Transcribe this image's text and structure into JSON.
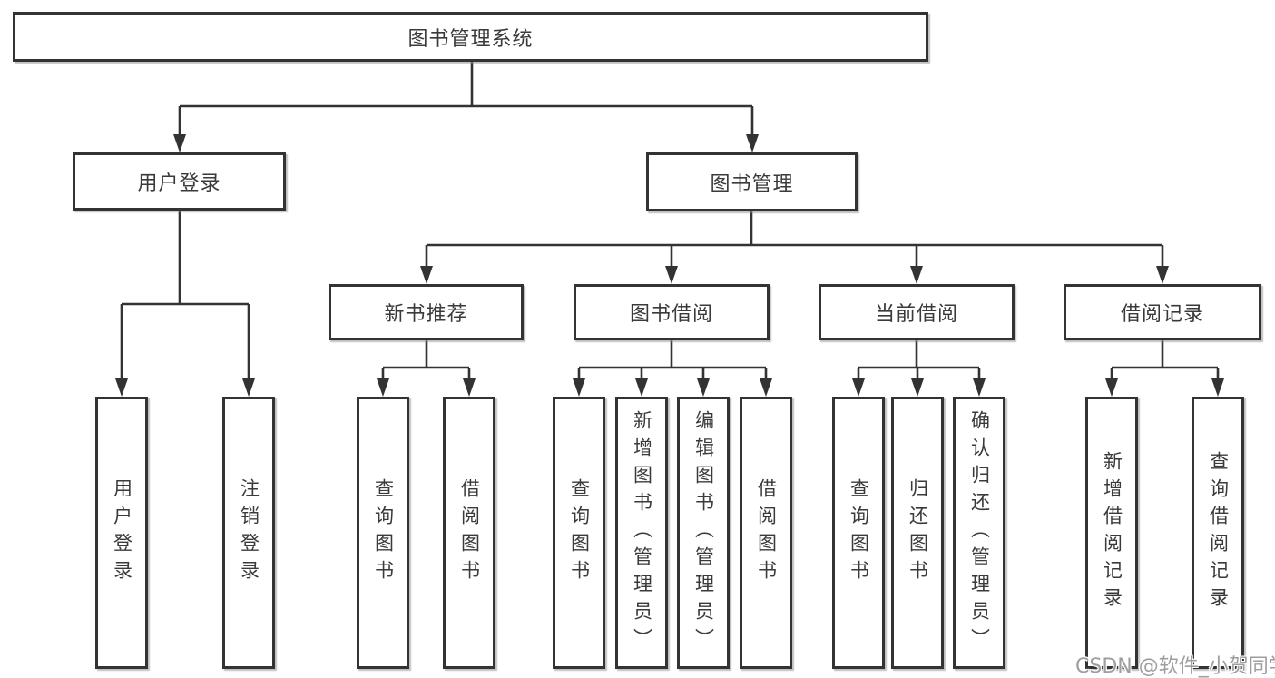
{
  "colors": {
    "line": "#333333",
    "box_border": "#333333",
    "text": "#3a3a3a",
    "background": "#ffffff",
    "watermark": "#9e9e9e"
  },
  "tree": {
    "root": {
      "label": "图书管理系统",
      "children": [
        {
          "label": "用户登录",
          "children": [
            {
              "label": "用户登录"
            },
            {
              "label": "注销登录"
            }
          ]
        },
        {
          "label": "图书管理",
          "children": [
            {
              "label": "新书推荐",
              "children": [
                {
                  "label": "查询图书"
                },
                {
                  "label": "借阅图书"
                }
              ]
            },
            {
              "label": "图书借阅",
              "children": [
                {
                  "label": "查询图书"
                },
                {
                  "label": "新增图书（管理员）"
                },
                {
                  "label": "编辑图书（管理员）"
                },
                {
                  "label": "借阅图书"
                }
              ]
            },
            {
              "label": "当前借阅",
              "children": [
                {
                  "label": "查询图书"
                },
                {
                  "label": "归还图书"
                },
                {
                  "label": "确认归还（管理员）"
                }
              ]
            },
            {
              "label": "借阅记录",
              "children": [
                {
                  "label": "新增借阅记录"
                },
                {
                  "label": "查询借阅记录"
                }
              ]
            }
          ]
        }
      ]
    }
  },
  "watermark": {
    "text": "CSDN @软件_小贺同学"
  }
}
